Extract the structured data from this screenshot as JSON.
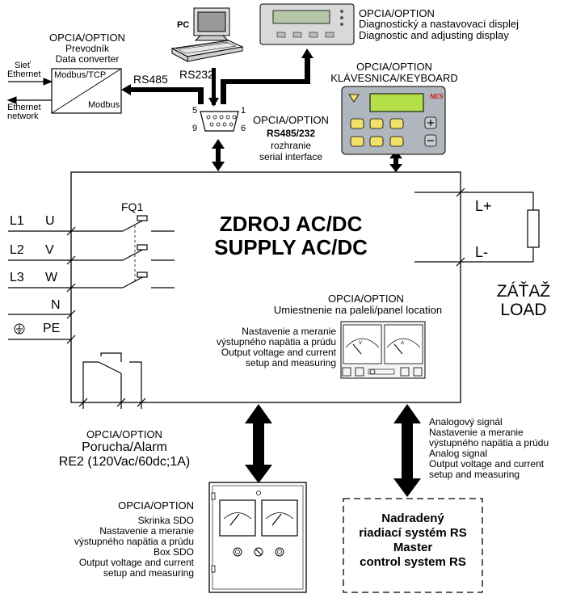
{
  "top": {
    "pc_label": "PC",
    "rs232_label": "RS232",
    "rs485_label": "RS485",
    "display_option": "OPCIA/OPTION",
    "display_sk": "Diagnostický a nastavovací displej",
    "display_en": "Diagnostic and adjusting display"
  },
  "converter": {
    "option": "OPCIA/OPTION",
    "title_sk": "Prevodník",
    "title_en": "Data converter",
    "left_top": "Modbus/TCP",
    "right_bottom": "Modbus",
    "net_sk_1": "Sieť",
    "net_sk_2": "Ethernet",
    "net_en_1": "Ethernet",
    "net_en_2": "network"
  },
  "serial": {
    "option": "OPCIA/OPTION",
    "type": "RS485/232",
    "sk": "rozhranie",
    "en": "serial interface",
    "pin5": "5",
    "pin1": "1",
    "pin9": "9",
    "pin6": "6"
  },
  "keyboard": {
    "option": "OPCIA/OPTION",
    "title": "KLÁVESNICA/KEYBOARD",
    "logo": "NES"
  },
  "supply": {
    "title_1": "ZDROJ AC/DC",
    "title_2": "SUPPLY AC/DC",
    "fq1": "FQ1",
    "panel_option": "OPCIA/OPTION",
    "panel_location": "Umiestnenie na paleli/panel location",
    "meter_sk_1": "Nastavenie a meranie",
    "meter_sk_2": "výstupného napätia a prúdu",
    "meter_en_1": "Output voltage and current",
    "meter_en_2": "setup and measuring",
    "meter_v": "V",
    "meter_a": "A"
  },
  "inputs": [
    {
      "line": "L1",
      "phase": "U"
    },
    {
      "line": "L2",
      "phase": "V"
    },
    {
      "line": "L3",
      "phase": "W"
    },
    {
      "line": "",
      "phase": "N"
    },
    {
      "line": "",
      "phase": "PE"
    }
  ],
  "outputs": {
    "plus": "L+",
    "minus": "L-",
    "load_sk": "ZÁŤAŽ",
    "load_en": "LOAD"
  },
  "alarm": {
    "option": "OPCIA/OPTION",
    "title": "Porucha/Alarm",
    "spec": "RE2 (120Vac/60dc;1A)"
  },
  "sdo": {
    "option": "OPCIA/OPTION",
    "line1": "Skrinka SDO",
    "line2": "Nastavenie a meranie",
    "line3": "výstupného napätia a prúdu",
    "line4": "Box SDO",
    "line5": "Output voltage and current",
    "line6": "setup and measuring"
  },
  "analog": {
    "line1": "Analogový signál",
    "line2": "Nastavenie a meranie",
    "line3": "výstupného napätia a prúdu",
    "line4": "Analog signal",
    "line5": "Output voltage and current",
    "line6": "setup and measuring"
  },
  "master": {
    "line1": "Nadradený",
    "line2": "riadiací systém RS",
    "line3": "Master",
    "line4": "control system RS"
  }
}
